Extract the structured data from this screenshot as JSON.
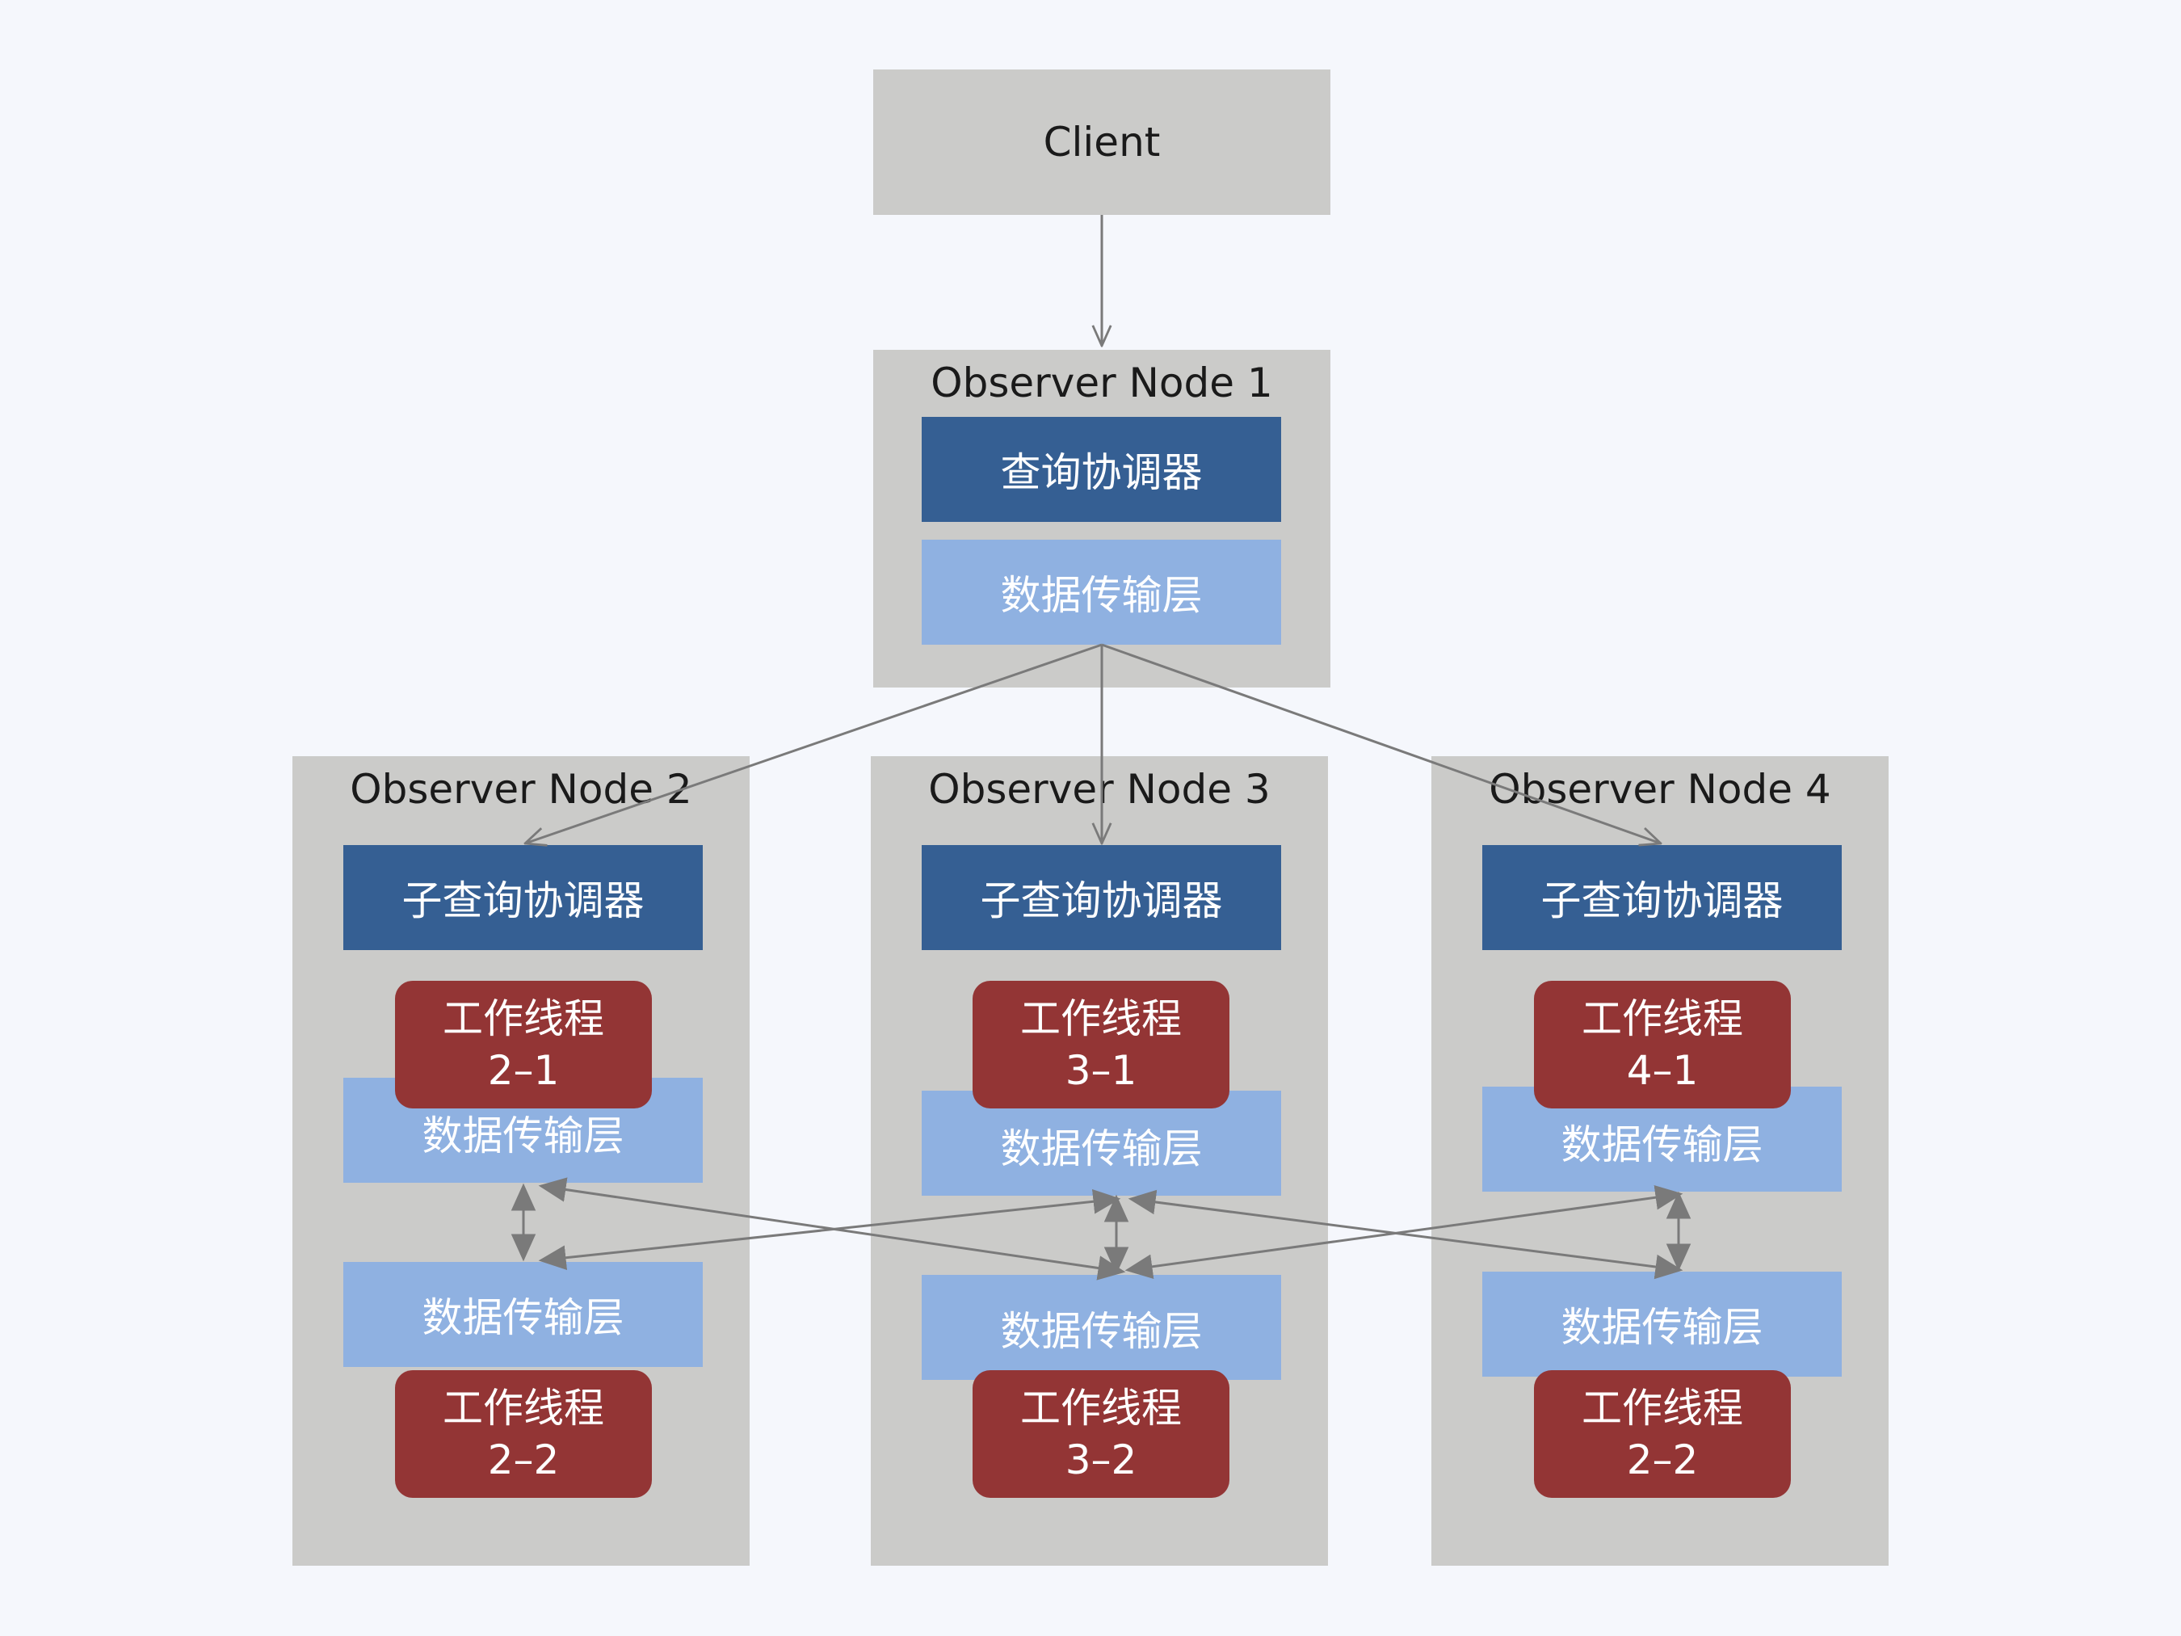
{
  "client": {
    "label": "Client"
  },
  "node1": {
    "title": "Observer Node 1",
    "coordinator": "查询协调器",
    "transport": "数据传输层"
  },
  "node2": {
    "title": "Observer Node 2",
    "coordinator": "子查询协调器",
    "worker_top": {
      "line1": "工作线程",
      "line2": "2–1"
    },
    "transport_top": "数据传输层",
    "transport_bottom": "数据传输层",
    "worker_bottom": {
      "line1": "工作线程",
      "line2": "2–2"
    }
  },
  "node3": {
    "title": "Observer Node 3",
    "coordinator": "子查询协调器",
    "worker_top": {
      "line1": "工作线程",
      "line2": "3–1"
    },
    "transport_top": "数据传输层",
    "transport_bottom": "数据传输层",
    "worker_bottom": {
      "line1": "工作线程",
      "line2": "3–2"
    }
  },
  "node4": {
    "title": "Observer Node 4",
    "coordinator": "子查询协调器",
    "worker_top": {
      "line1": "工作线程",
      "line2": "4–1"
    },
    "transport_top": "数据传输层",
    "transport_bottom": "数据传输层",
    "worker_bottom": {
      "line1": "工作线程",
      "line2": "2–2"
    }
  },
  "colors": {
    "background": "#f5f7fc",
    "container": "#cbcbc9",
    "coordinator": "#355f93",
    "transport": "#8fb1e1",
    "worker": "#933535",
    "connector": "#7a7a7a"
  }
}
